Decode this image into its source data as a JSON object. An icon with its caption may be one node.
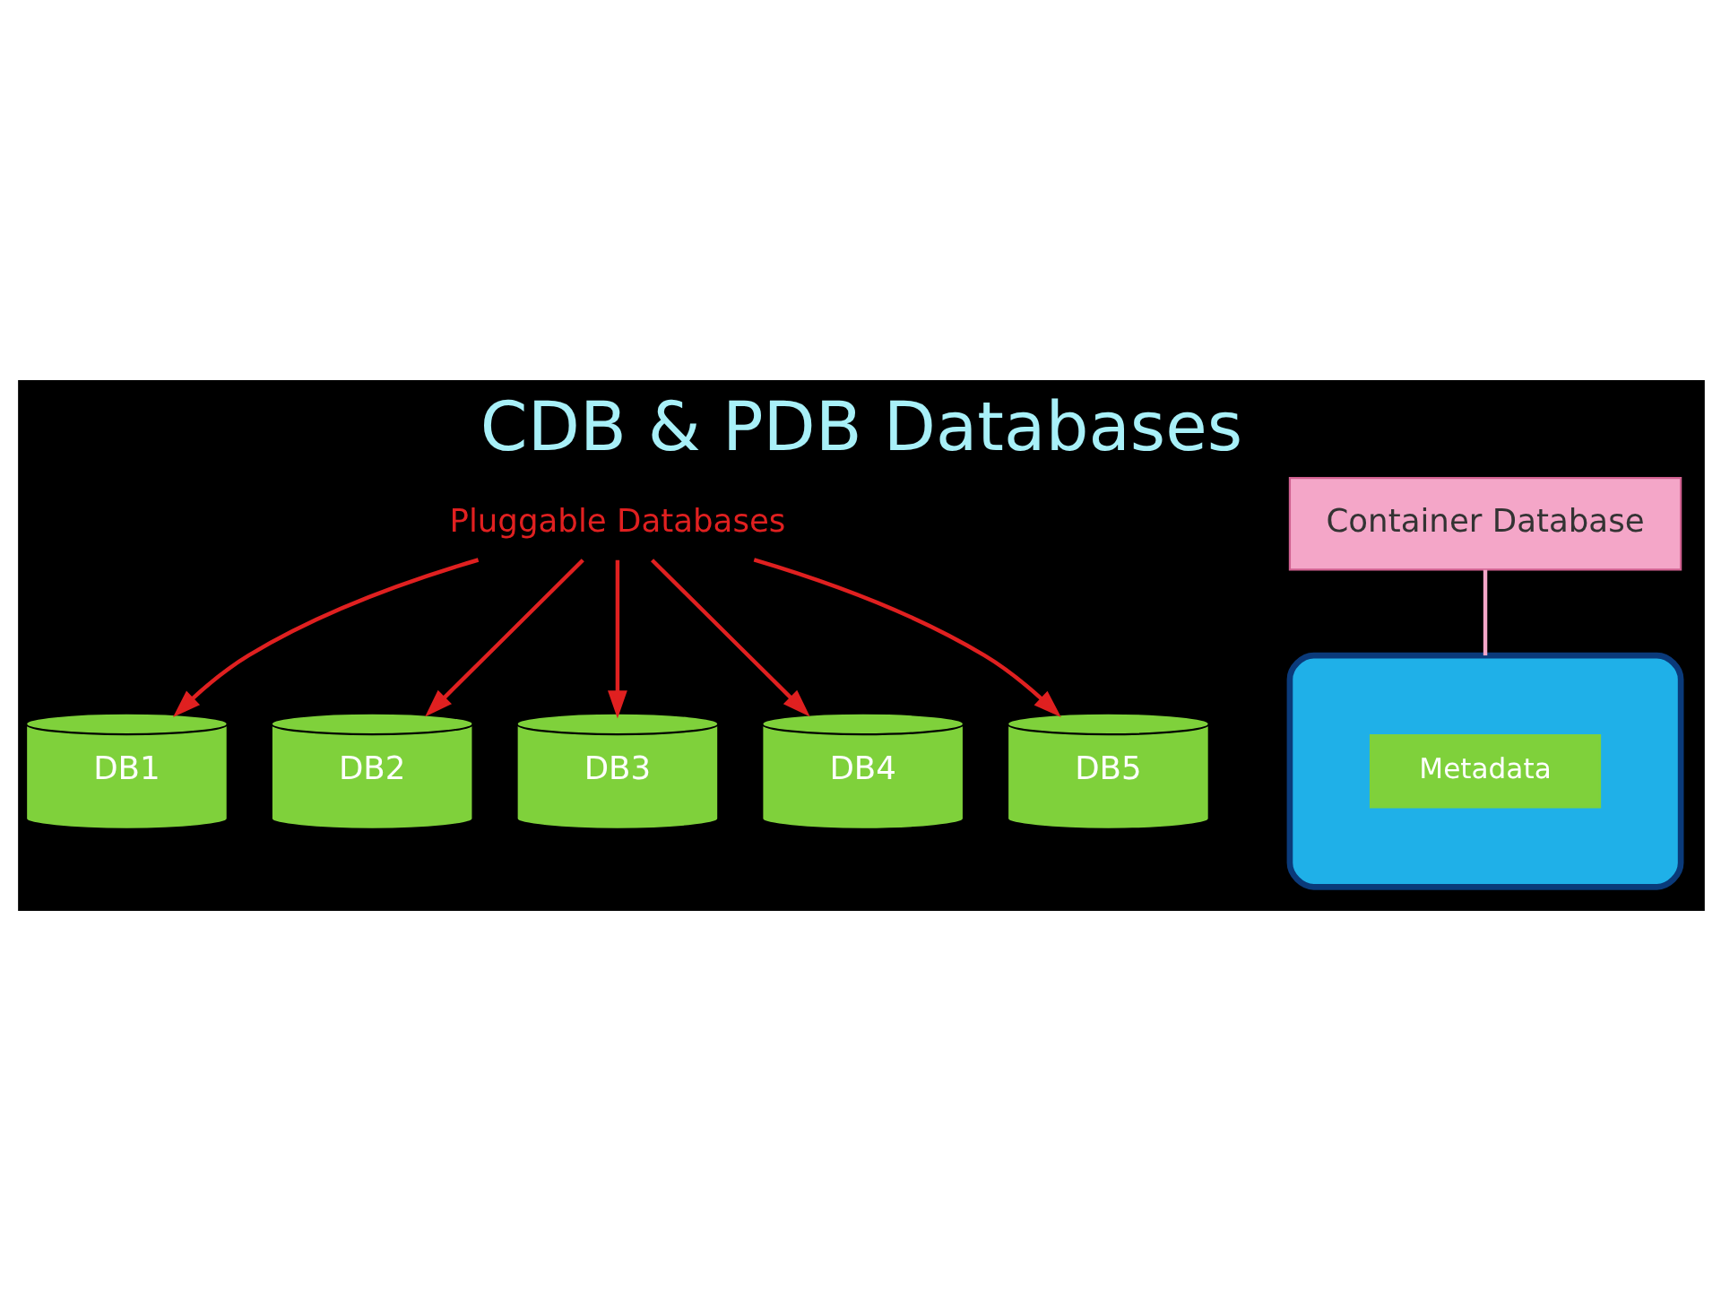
{
  "diagram": {
    "title": "CDB & PDB Databases",
    "nodes": [
      {
        "text": [
          "Pluggable Databases"
        ]
      },
      {
        "text": [
          "DB1"
        ]
      },
      {
        "text": [
          "DB2"
        ]
      },
      {
        "text": [
          "DB3"
        ]
      },
      {
        "text": [
          "DB4"
        ]
      },
      {
        "text": [
          "DB5"
        ]
      },
      {
        "text": [],
        "shape": "cylinder"
      },
      {
        "text": [
          "Metadata"
        ],
        "in": 6
      },
      {
        "text": [
          "Container Database"
        ]
      }
    ],
    "edges": [
      {
        "from": 0,
        "to": 1,
        "arrow": "to"
      },
      {
        "from": 0,
        "to": 2,
        "arrow": "to"
      },
      {
        "from": 0,
        "to": 3,
        "arrow": "to"
      },
      {
        "from": 0,
        "to": 4,
        "arrow": "to"
      },
      {
        "from": 0,
        "to": 5,
        "arrow": "to"
      },
      {
        "from": 8,
        "to": 6,
        "arrow": "none",
        "color": "#f4a6c8"
      }
    ]
  }
}
